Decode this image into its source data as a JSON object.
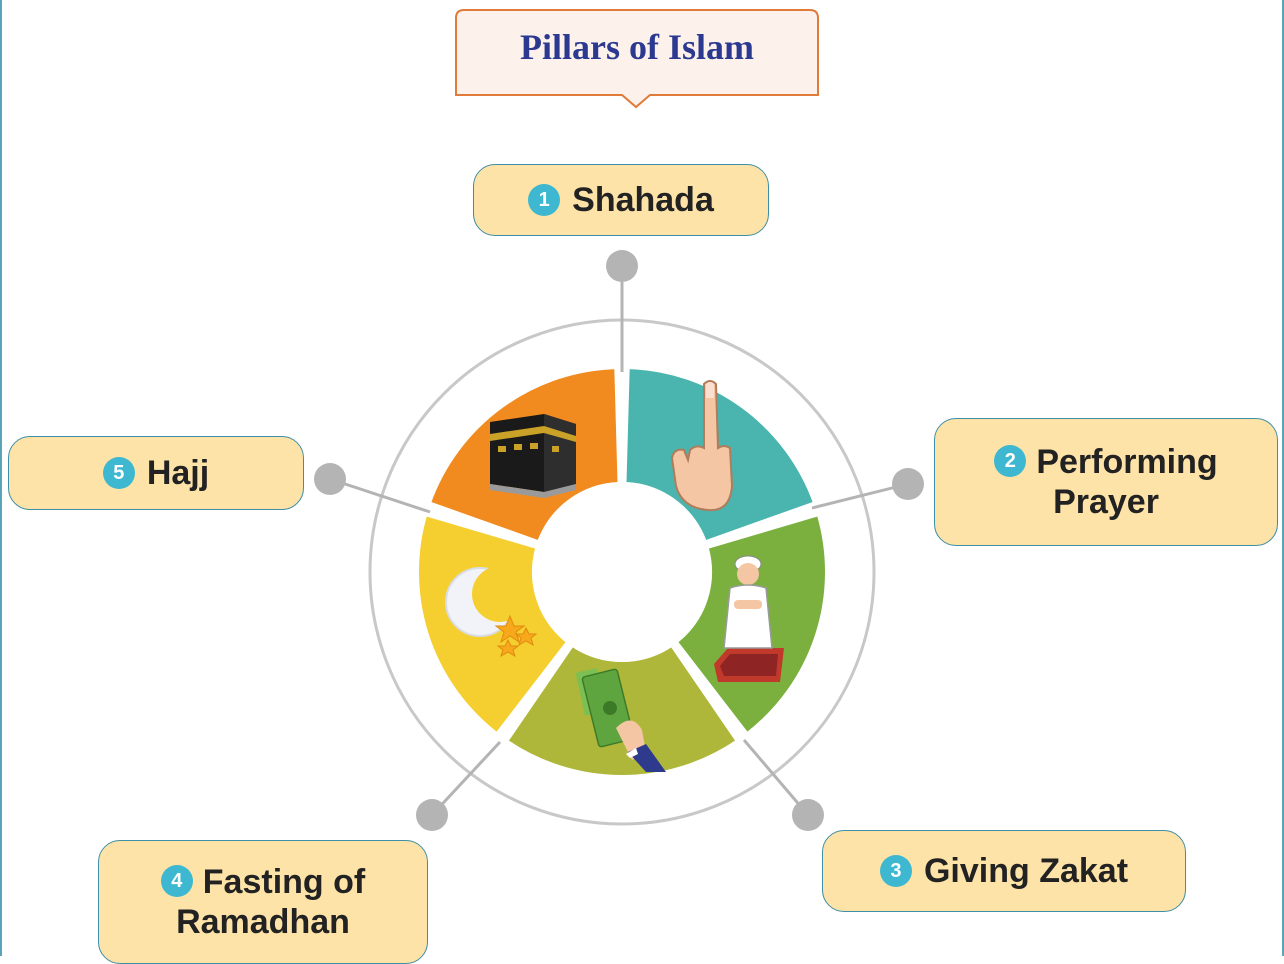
{
  "title": "Pillars of Islam",
  "pillars": [
    {
      "number": "1",
      "label": "Shahada",
      "color": "#4ab5ae",
      "icon": "raised-finger-icon"
    },
    {
      "number": "2",
      "label": "Performing Prayer",
      "line1": "Performing",
      "line2": "Prayer",
      "color": "#7bb03f",
      "icon": "praying-boy-icon"
    },
    {
      "number": "3",
      "label": "Giving Zakat",
      "color": "#aeb73a",
      "icon": "giving-money-icon"
    },
    {
      "number": "4",
      "label": "Fasting of Ramadhan",
      "line1": "Fasting of",
      "line2": "Ramadhan",
      "color": "#f5cf2f",
      "icon": "crescent-moon-stars-icon"
    },
    {
      "number": "5",
      "label": "Hajj",
      "color": "#f28b1f",
      "icon": "kaaba-icon"
    }
  ],
  "colors": {
    "title": "#2b3990",
    "pill_fill": "#fde3a7",
    "pill_border": "#3e8ea6",
    "badge": "#3db8d0",
    "connector": "#b4b4b4",
    "title_border": "#e07b39"
  }
}
